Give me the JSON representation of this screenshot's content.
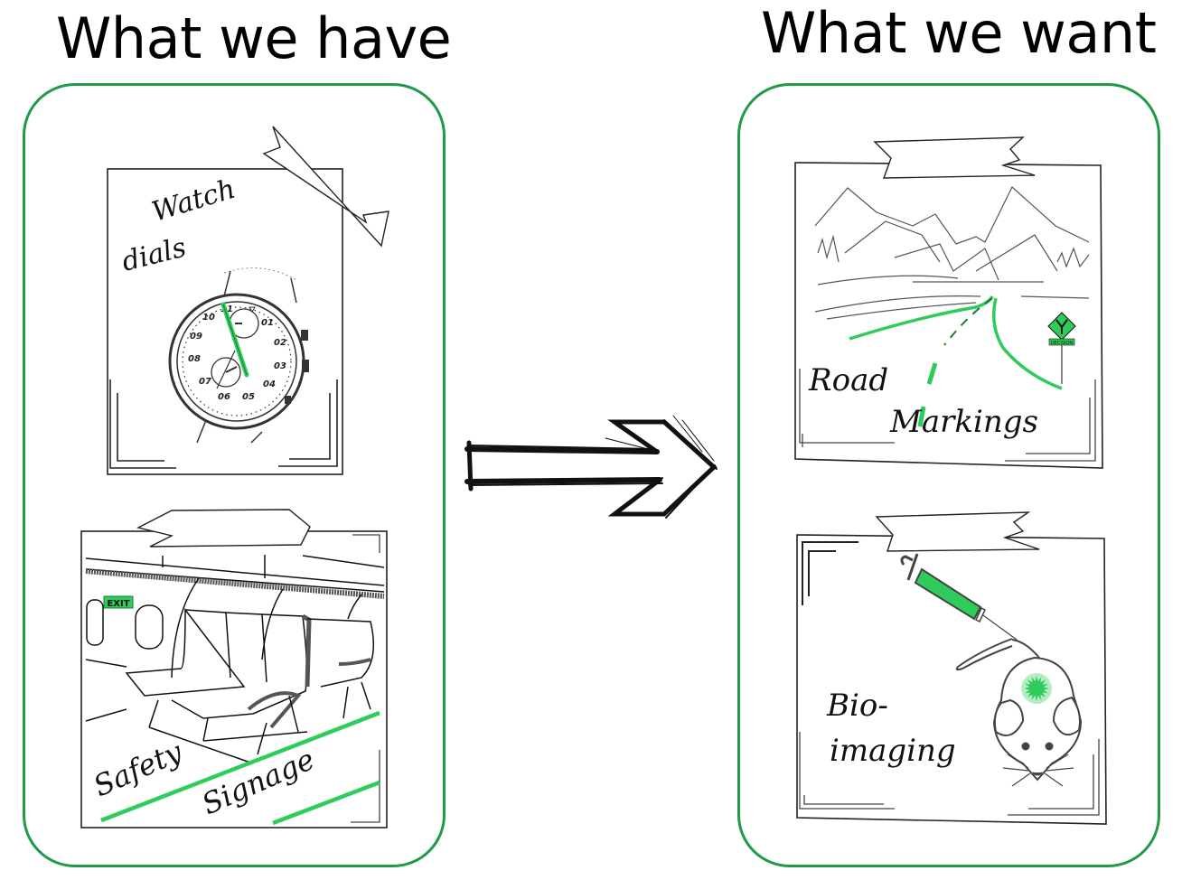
{
  "headings": {
    "left": "What we have",
    "right": "What we want"
  },
  "colors": {
    "panel_border": "#1e9a4a",
    "accent_green": "#2ecc5a",
    "ink": "#111111"
  },
  "panels": {
    "left": {
      "cards": [
        {
          "id": "watch-dials",
          "label_lines": [
            "Watch",
            "dials"
          ],
          "illustration": "wristwatch"
        },
        {
          "id": "safety-signage",
          "label_lines": [
            "Safety",
            "Signage"
          ],
          "illustration": "aircraft-cabin-seats",
          "sign_text": "EXIT"
        }
      ]
    },
    "right": {
      "cards": [
        {
          "id": "road-markings",
          "label_lines": [
            "Road",
            "Markings"
          ],
          "illustration": "mountain-road",
          "sign_text": "DECISION"
        },
        {
          "id": "bio-imaging",
          "label_lines": [
            "Bio-",
            "imaging"
          ],
          "illustration": "syringe-and-mouse"
        }
      ]
    }
  },
  "watch": {
    "numerals": [
      "11",
      "01",
      "02",
      "03",
      "04",
      "05",
      "06",
      "07",
      "08",
      "09",
      "10"
    ]
  },
  "arrow": {
    "icon": "right-arrow-icon",
    "meaning": "transition"
  }
}
